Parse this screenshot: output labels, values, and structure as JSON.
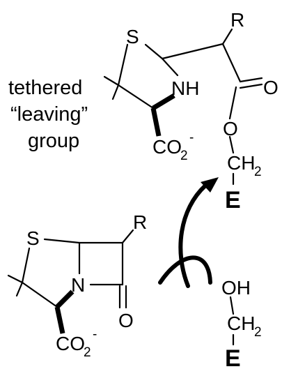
{
  "top_molecule": {
    "s": "S",
    "nh": "NH",
    "r": "R",
    "o_carbonyl": "O",
    "o_ester": "O",
    "co2": "CO",
    "co2_sub": "2",
    "co2_sup": "-",
    "ch2": "CH",
    "ch2_sub": "2",
    "enzyme": "E"
  },
  "label": {
    "line1": "tethered",
    "line2": "“leaving”",
    "line3": "group"
  },
  "bottom_molecule": {
    "s": "S",
    "n": "N",
    "r": "R",
    "o": "O",
    "co2": "CO",
    "co2_sub": "2",
    "co2_sup": "-"
  },
  "bottom_right": {
    "oh": "OH",
    "ch2": "CH",
    "ch2_sub": "2",
    "enzyme": "E"
  }
}
